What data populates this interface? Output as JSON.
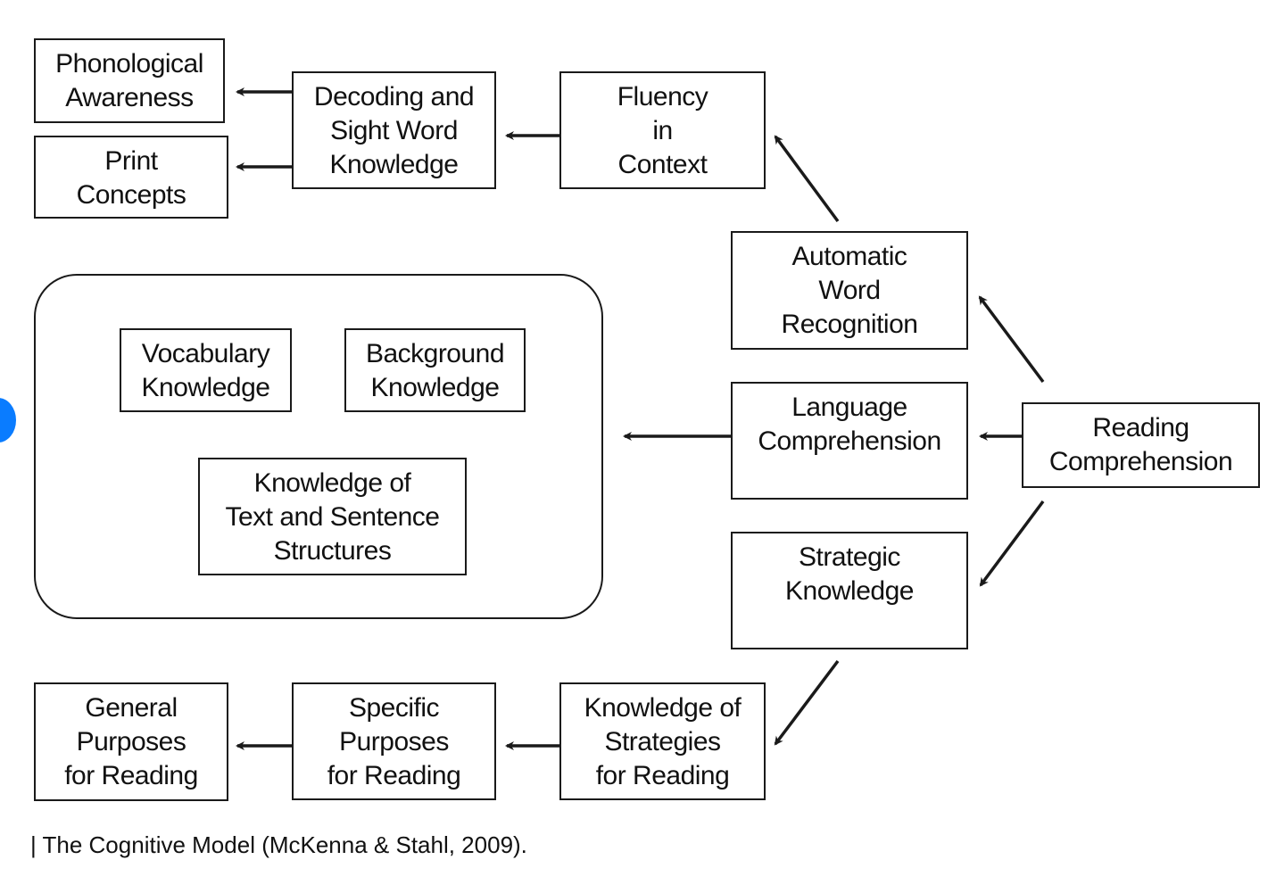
{
  "diagram": {
    "nodes": {
      "phonological_awareness": "Phonological\nAwareness",
      "print_concepts": "Print\nConcepts",
      "decoding": "Decoding and\nSight Word\nKnowledge",
      "fluency": "Fluency\nin\nContext",
      "automatic_word_recognition": "Automatic\nWord\nRecognition",
      "vocabulary": "Vocabulary\nKnowledge",
      "background": "Background\nKnowledge",
      "text_structures": "Knowledge of\nText and Sentence\nStructures",
      "language_comprehension": "Language\nComprehension",
      "reading_comprehension": "Reading\nComprehension",
      "strategic_knowledge": "Strategic\nKnowledge",
      "knowledge_strategies": "Knowledge of\nStrategies\nfor Reading",
      "specific_purposes": "Specific\nPurposes\nfor Reading",
      "general_purposes": "General\nPurposes\nfor Reading"
    },
    "edges": [
      {
        "from": "reading_comprehension",
        "to": "automatic_word_recognition"
      },
      {
        "from": "reading_comprehension",
        "to": "language_comprehension"
      },
      {
        "from": "reading_comprehension",
        "to": "strategic_knowledge"
      },
      {
        "from": "automatic_word_recognition",
        "to": "fluency"
      },
      {
        "from": "fluency",
        "to": "decoding"
      },
      {
        "from": "decoding",
        "to": "phonological_awareness"
      },
      {
        "from": "decoding",
        "to": "print_concepts"
      },
      {
        "from": "language_comprehension",
        "to": "knowledge_group"
      },
      {
        "from": "strategic_knowledge",
        "to": "knowledge_strategies"
      },
      {
        "from": "knowledge_strategies",
        "to": "specific_purposes"
      },
      {
        "from": "specific_purposes",
        "to": "general_purposes"
      }
    ],
    "caption": "| The Cognitive Model (McKenna & Stahl, 2009).",
    "colors": {
      "line": "#1a1a1a",
      "marker": "#0a7cff"
    }
  }
}
